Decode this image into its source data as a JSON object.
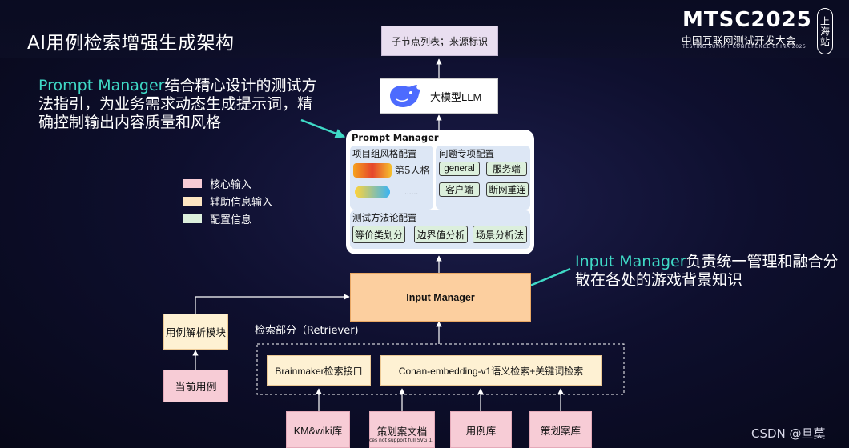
{
  "page": {
    "title": "AI用例检索增强生成架构"
  },
  "logo": {
    "main": "MTSC2025",
    "sub": "中国互联网测试开发大会",
    "tiny": "TESTING SUMMIT CONFERENCE CHINA 2025",
    "city": "上海站"
  },
  "annotations": {
    "prompt": {
      "highlight": "Prompt Manager",
      "rest": "结合精心设计的测试方法指引，为业务需求动态生成提示词，精确控制输出内容质量和风格"
    },
    "input": {
      "highlight": "Input Manager",
      "rest": "负责统一管理和融合分散在各处的游戏背景知识"
    }
  },
  "legend": [
    {
      "label": "核心输入",
      "color": "#f7ccd6"
    },
    {
      "label": "辅助信息输入",
      "color": "#fde6c3"
    },
    {
      "label": "配置信息",
      "color": "#dcefdc"
    }
  ],
  "nodes": {
    "output": "子节点列表；来源标识",
    "llm": "大模型LLM",
    "prompt_manager": {
      "title": "Prompt Manager",
      "project_style": {
        "title": "项目组风格配置",
        "game1": "第5人格",
        "ellipsis": "......"
      },
      "problem": {
        "title": "问题专项配置",
        "chips": [
          "general",
          "服务端",
          "客户端",
          "断网重连"
        ]
      },
      "methodology": {
        "title": "测试方法论配置",
        "chips": [
          "等价类划分",
          "边界值分析",
          "场景分析法"
        ]
      }
    },
    "input_manager": "Input Manager",
    "case_parser": "用例解析模块",
    "current_case": "当前用例",
    "retriever_label": "检索部分（Retriever)",
    "brainmaker": "Brainmaker检索接口",
    "conan": "Conan-embedding-v1语义检索+关键词检索",
    "sources": [
      "KM&wiki库",
      "策划案文档",
      "用例库",
      "策划案库"
    ]
  },
  "footer": {
    "watermark": "CSDN @旦莫",
    "svg_warning": "ces not support full SVG 1."
  }
}
